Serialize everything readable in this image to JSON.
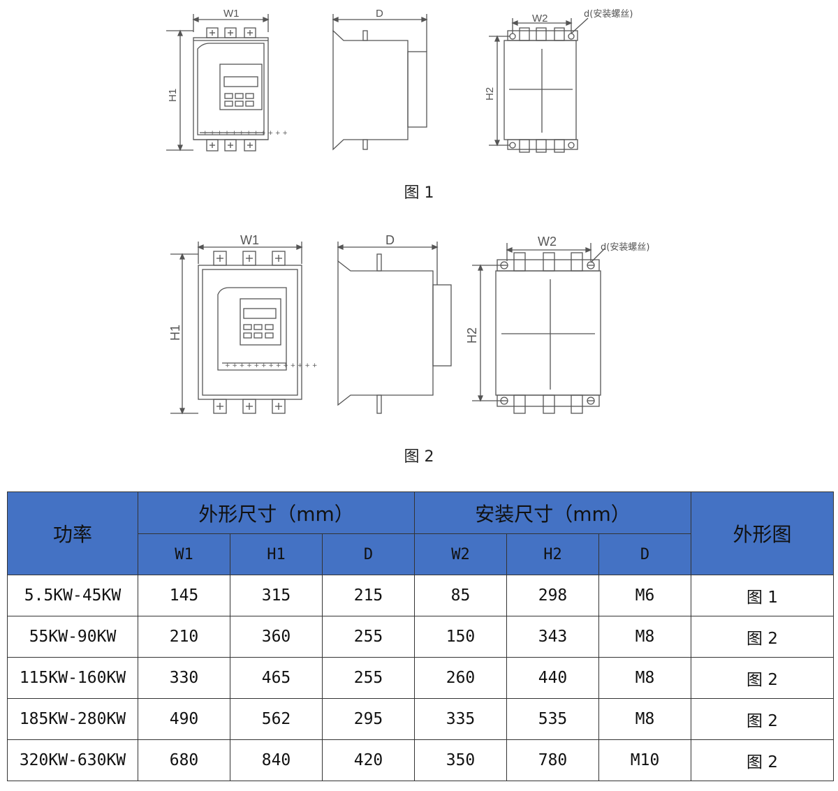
{
  "figure1": {
    "caption": "图 1",
    "labels": {
      "w1": "W1",
      "d": "D",
      "w2": "W2",
      "h1": "H1",
      "h2": "H2",
      "screw": "d(安装螺丝)"
    }
  },
  "figure2": {
    "caption": "图 2",
    "labels": {
      "w1": "W1",
      "d": "D",
      "w2": "W2",
      "h1": "H1",
      "h2": "H2",
      "screw": "d(安装螺丝)"
    }
  },
  "table": {
    "header": {
      "power": "功率",
      "outline_group": "外形尺寸（mm）",
      "install_group": "安装尺寸（mm）",
      "figure": "外形图",
      "sub": [
        "W1",
        "H1",
        "D",
        "W2",
        "H2",
        "D"
      ]
    },
    "rows": [
      [
        "5.5KW-45KW",
        "145",
        "315",
        "215",
        "85",
        "298",
        "M6",
        "图 1"
      ],
      [
        "55KW-90KW",
        "210",
        "360",
        "255",
        "150",
        "343",
        "M8",
        "图 2"
      ],
      [
        "115KW-160KW",
        "330",
        "465",
        "255",
        "260",
        "440",
        "M8",
        "图 2"
      ],
      [
        "185KW-280KW",
        "490",
        "562",
        "295",
        "335",
        "535",
        "M8",
        "图 2"
      ],
      [
        "320KW-630KW",
        "680",
        "840",
        "420",
        "350",
        "780",
        "M10",
        "图 2"
      ]
    ]
  }
}
